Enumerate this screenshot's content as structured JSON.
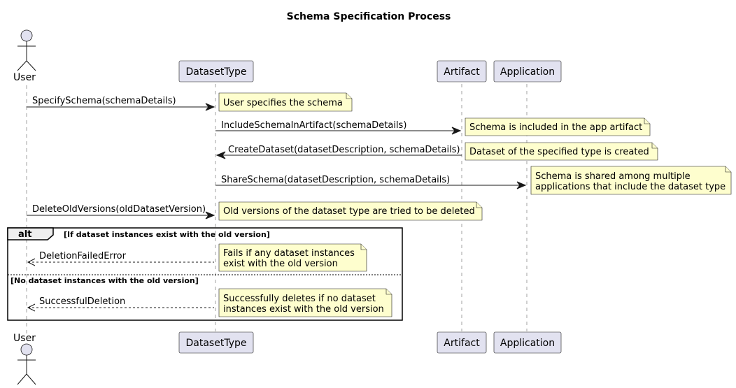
{
  "diagram": {
    "title": "Schema Specification Process",
    "participants": {
      "user": "User",
      "dataset_type": "DatasetType",
      "artifact": "Artifact",
      "application": "Application"
    },
    "messages": [
      "SpecifySchema(schemaDetails)",
      "IncludeSchemaInArtifact(schemaDetails)",
      "CreateDataset(datasetDescription, schemaDetails)",
      "ShareSchema(datasetDescription, schemaDetails)",
      "DeleteOldVersions(oldDatasetVersion)",
      "DeletionFailedError",
      "SuccessfulDeletion"
    ],
    "notes": [
      [
        "User specifies the schema"
      ],
      [
        "Schema is included in the app artifact"
      ],
      [
        "Dataset of the specified type is created"
      ],
      [
        "Schema is shared among multiple",
        "applications that include the dataset type"
      ],
      [
        "Old versions of the dataset type are tried to be deleted"
      ],
      [
        "Fails if any dataset instances",
        "exist with the old version"
      ],
      [
        "Successfully deletes if no dataset",
        "instances exist with the old version"
      ]
    ],
    "alt": {
      "keyword": "alt",
      "condition_1": "[If dataset instances exist with the old version]",
      "condition_2": "[No dataset instances with the old version]"
    }
  }
}
